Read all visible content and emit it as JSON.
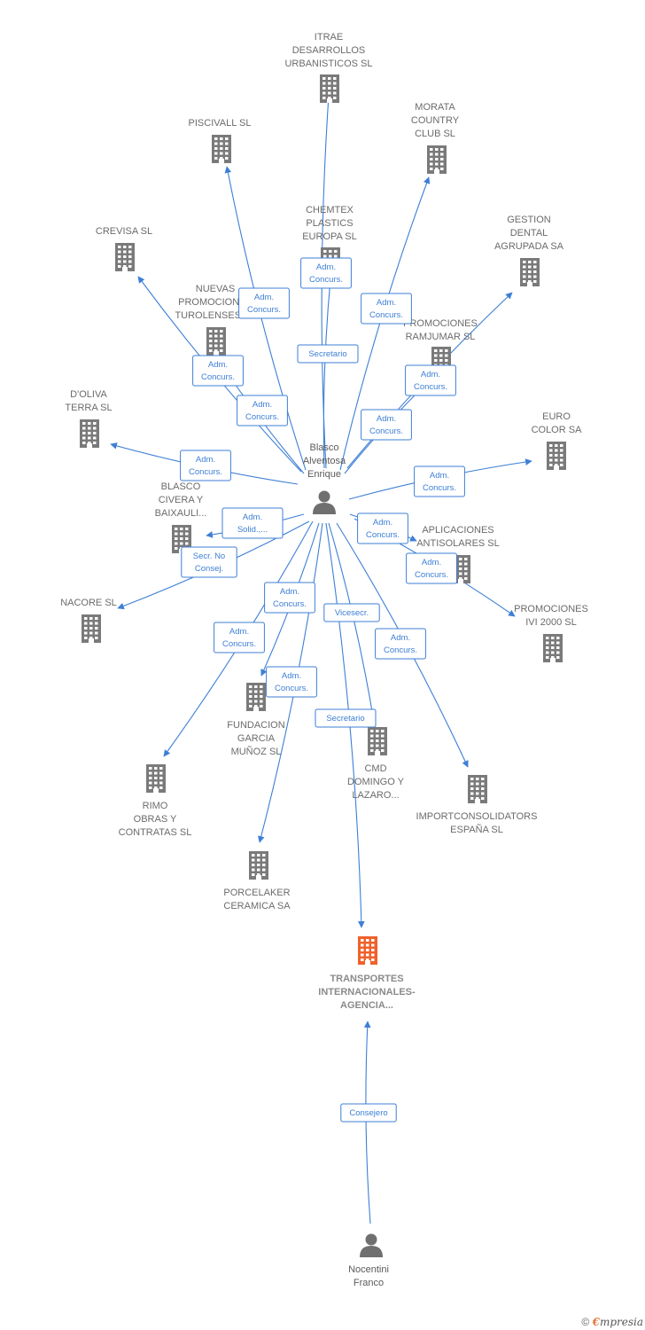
{
  "colors": {
    "edge": "#3d7fd6",
    "company_icon": "#7a7a7a",
    "main_company_icon": "#f0612c",
    "person_icon": "#6f6f6f"
  },
  "persons": [
    {
      "id": "blasco",
      "icon": "person-icon",
      "lines": [
        "Blasco",
        "Alventosa",
        "Enrique"
      ]
    },
    {
      "id": "nocentini",
      "icon": "person-icon",
      "lines": [
        "Nocentini",
        "Franco"
      ]
    }
  ],
  "companies": [
    {
      "id": "itrae",
      "icon": "building-icon",
      "lines": [
        "ITRAE",
        "DESARROLLOS",
        "URBANISTICOS SL"
      ]
    },
    {
      "id": "piscivall",
      "icon": "building-icon",
      "lines": [
        "PISCIVALL SL"
      ]
    },
    {
      "id": "morata",
      "icon": "building-icon",
      "lines": [
        "MORATA",
        "COUNTRY",
        "CLUB SL"
      ]
    },
    {
      "id": "chemtex",
      "icon": "building-icon",
      "lines": [
        "CHEMTEX",
        "PLASTICS",
        "EUROPA SL"
      ]
    },
    {
      "id": "gestion",
      "icon": "building-icon",
      "lines": [
        "GESTION",
        "DENTAL",
        "AGRUPADA SA"
      ]
    },
    {
      "id": "crevisa",
      "icon": "building-icon",
      "lines": [
        "CREVISA SL"
      ]
    },
    {
      "id": "nuevas",
      "icon": "building-icon",
      "lines": [
        "NUEVAS",
        "PROMOCIONES",
        "TUROLENSES SL"
      ]
    },
    {
      "id": "ramjumar",
      "icon": "building-icon",
      "lines": [
        "PROMOCIONES",
        "RAMJUMAR SL"
      ]
    },
    {
      "id": "doliva",
      "icon": "building-icon",
      "lines": [
        "D'OLIVA",
        "TERRA SL"
      ]
    },
    {
      "id": "eurocolor",
      "icon": "building-icon",
      "lines": [
        "EURO",
        "COLOR SA"
      ]
    },
    {
      "id": "blascocivera",
      "icon": "building-icon",
      "lines": [
        "BLASCO",
        "CIVERA Y",
        "BAIXAULI..."
      ]
    },
    {
      "id": "aplicaciones",
      "icon": "building-icon",
      "lines": [
        "APLICACIONES",
        "ANTISOLARES SL"
      ]
    },
    {
      "id": "nacore",
      "icon": "building-icon",
      "lines": [
        "NACORE SL"
      ]
    },
    {
      "id": "ivi2000",
      "icon": "building-icon",
      "lines": [
        "PROMOCIONES",
        "IVI 2000 SL"
      ]
    },
    {
      "id": "fundacion",
      "icon": "building-icon",
      "lines": [
        "FUNDACION",
        "GARCIA",
        "MUÑOZ SL"
      ]
    },
    {
      "id": "cmd",
      "icon": "building-icon",
      "lines": [
        "CMD",
        "DOMINGO Y",
        "LAZARO..."
      ]
    },
    {
      "id": "rimo",
      "icon": "building-icon",
      "lines": [
        "RIMO",
        "OBRAS Y",
        "CONTRATAS SL"
      ]
    },
    {
      "id": "importconsolidators",
      "icon": "building-icon",
      "lines": [
        "IMPORTCONSOLIDATORS",
        "ESPAÑA SL"
      ]
    },
    {
      "id": "porcelaker",
      "icon": "building-icon",
      "lines": [
        "PORCELAKER",
        "CERAMICA SA"
      ]
    },
    {
      "id": "transportes",
      "icon": "building-icon",
      "main": true,
      "lines": [
        "TRANSPORTES",
        "INTERNACIONALES-",
        "AGENCIA..."
      ]
    }
  ],
  "relations": [
    {
      "from": "blasco",
      "to": "itrae",
      "label": [
        "Secretario"
      ]
    },
    {
      "from": "blasco",
      "to": "piscivall",
      "label": [
        "Adm.",
        "Concurs."
      ]
    },
    {
      "from": "blasco",
      "to": "chemtex",
      "label": [
        "Adm.",
        "Concurs."
      ]
    },
    {
      "from": "blasco",
      "to": "morata",
      "label": [
        "Adm.",
        "Concurs."
      ]
    },
    {
      "from": "blasco",
      "to": "gestion",
      "label": [
        "Adm.",
        "Concurs."
      ]
    },
    {
      "from": "blasco",
      "to": "crevisa",
      "label": [
        "Adm.",
        "Concurs."
      ]
    },
    {
      "from": "blasco",
      "to": "nuevas",
      "label": [
        "Adm.",
        "Concurs."
      ]
    },
    {
      "from": "blasco",
      "to": "ramjumar",
      "label": [
        "Adm.",
        "Concurs."
      ]
    },
    {
      "from": "blasco",
      "to": "doliva",
      "label": [
        "Adm.",
        "Concurs."
      ]
    },
    {
      "from": "blasco",
      "to": "eurocolor",
      "label": [
        "Adm.",
        "Concurs."
      ]
    },
    {
      "from": "blasco",
      "to": "blascocivera",
      "label": [
        "Adm.",
        "Solid.,..."
      ]
    },
    {
      "from": "blasco",
      "to": "aplicaciones",
      "label": [
        "Adm.",
        "Concurs."
      ]
    },
    {
      "from": "blasco",
      "to": "nacore",
      "label": [
        "Secr.  No",
        "Consej."
      ]
    },
    {
      "from": "blasco",
      "to": "ivi2000",
      "label": [
        "Adm.",
        "Concurs."
      ]
    },
    {
      "from": "blasco",
      "to": "fundacion",
      "label": [
        "Adm.",
        "Concurs."
      ]
    },
    {
      "from": "blasco",
      "to": "cmd",
      "label": [
        "Vicesecr."
      ]
    },
    {
      "from": "blasco",
      "to": "rimo",
      "label": [
        "Adm.",
        "Concurs."
      ]
    },
    {
      "from": "blasco",
      "to": "importconsolidators",
      "label": [
        "Adm.",
        "Concurs."
      ]
    },
    {
      "from": "blasco",
      "to": "porcelaker",
      "label": [
        "Adm.",
        "Concurs."
      ]
    },
    {
      "from": "blasco",
      "to": "transportes",
      "label": [
        "Secretario"
      ]
    },
    {
      "from": "nocentini",
      "to": "transportes",
      "label": [
        "Consejero"
      ]
    }
  ],
  "watermark": {
    "copyright": "©",
    "brand_initial": "€",
    "brand_rest": "mpresia"
  }
}
